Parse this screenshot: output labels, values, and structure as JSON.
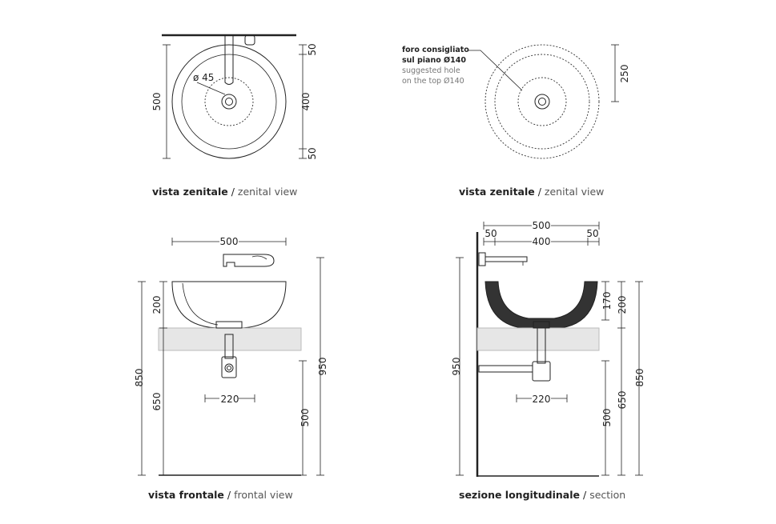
{
  "captions": {
    "top_left": {
      "it": "vista zenitale",
      "sep": " / ",
      "en": "zenital view"
    },
    "top_right": {
      "it": "vista zenitale",
      "sep": " / ",
      "en": "zenital view"
    },
    "bottom_left": {
      "it": "vista frontale",
      "sep": " / ",
      "en": "frontal view"
    },
    "bottom_right": {
      "it": "sezione longitudinale",
      "sep": " / ",
      "en": "section"
    }
  },
  "top_left_view": {
    "height": "500",
    "margin_top": "50",
    "inner": "400",
    "margin_bottom": "50",
    "drain_diameter": "ø 45"
  },
  "top_right_view": {
    "hole_note_it_1": "foro consigliato",
    "hole_note_it_2": "sul piano Ø140",
    "hole_note_en_1": "suggested hole",
    "hole_note_en_2": "on the top Ø140",
    "depth": "250"
  },
  "frontal_view": {
    "width": "500",
    "basin_height": "200",
    "total_850": "850",
    "height_650": "650",
    "trap_220": "220",
    "height_500": "500",
    "total_950": "950"
  },
  "section_view": {
    "width": "500",
    "margin_left": "50",
    "inner": "400",
    "margin_right": "50",
    "total_950": "950",
    "depth_170": "170",
    "basin_200": "200",
    "trap_220": "220",
    "height_500": "500",
    "height_650": "650",
    "total_850": "850"
  }
}
